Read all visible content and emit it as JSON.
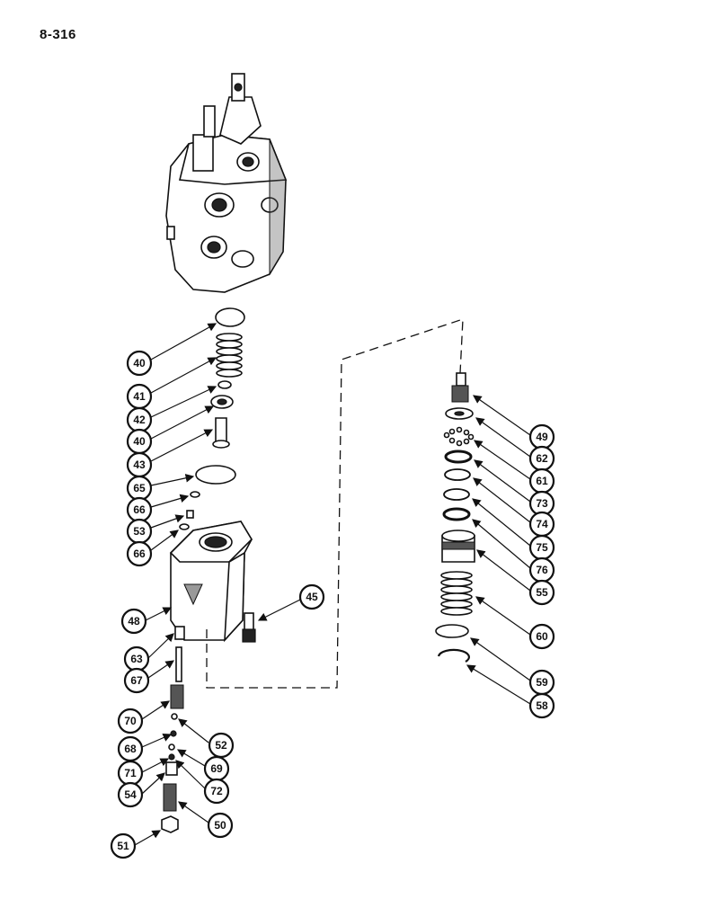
{
  "page_number": "8-316",
  "callouts": [
    "40",
    "41",
    "42",
    "40",
    "43",
    "65",
    "66",
    "53",
    "66",
    "48",
    "63",
    "67",
    "70",
    "68",
    "71",
    "54",
    "51",
    "52",
    "69",
    "72",
    "50",
    "45",
    "49",
    "62",
    "61",
    "73",
    "74",
    "75",
    "76",
    "55",
    "60",
    "59",
    "58"
  ]
}
